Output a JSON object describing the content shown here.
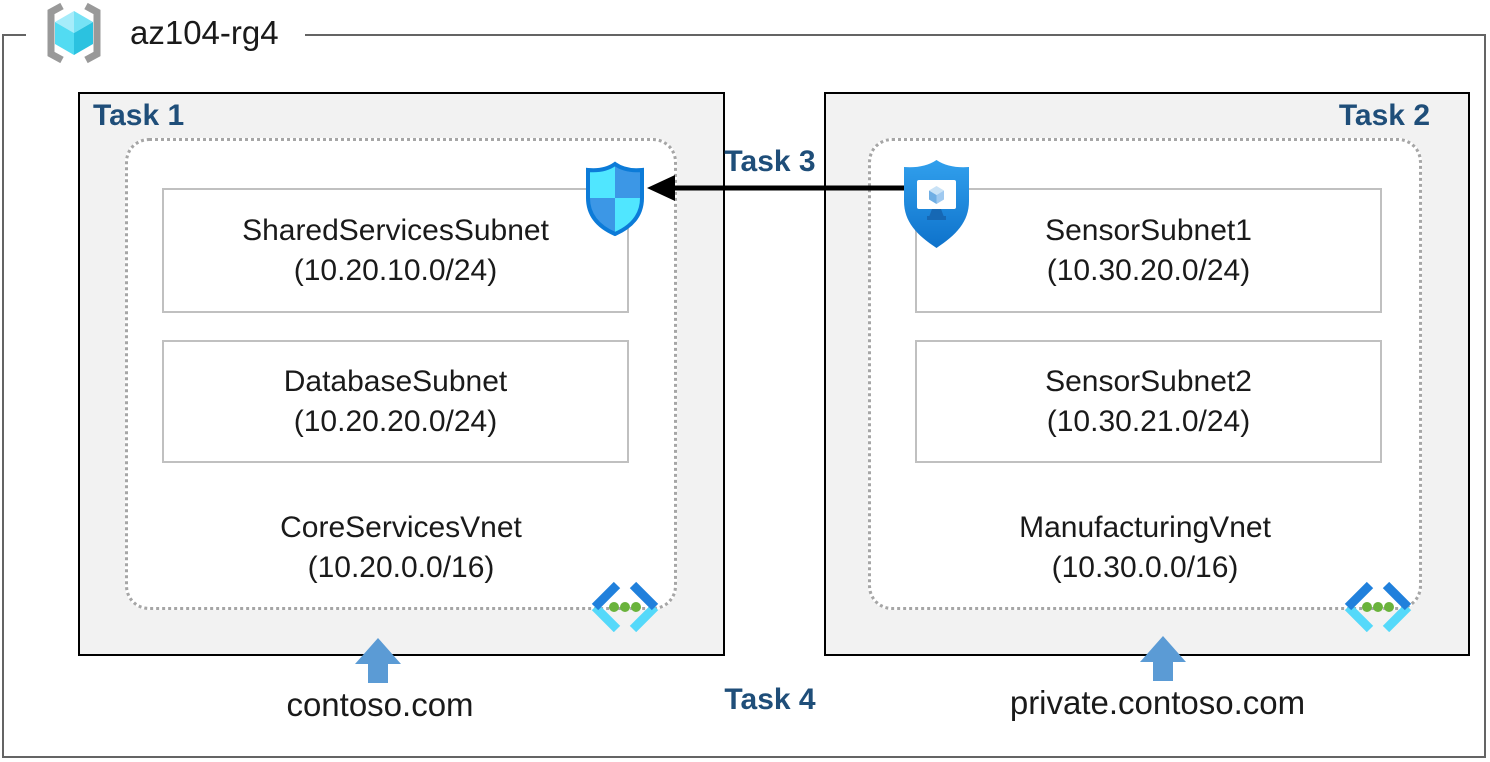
{
  "resource_group": {
    "name": "az104-rg4"
  },
  "task_labels": {
    "task1": "Task 1",
    "task2": "Task 2",
    "task3": "Task 3",
    "task4": "Task 4"
  },
  "left_vnet": {
    "name": "CoreServicesVnet",
    "address_space": "(10.20.0.0/16)",
    "dns": "contoso.com",
    "subnet1": {
      "name": "SharedServicesSubnet",
      "prefix": "(10.20.10.0/24)"
    },
    "subnet2": {
      "name": "DatabaseSubnet",
      "prefix": "(10.20.20.0/24)"
    }
  },
  "right_vnet": {
    "name": "ManufacturingVnet",
    "address_space": "(10.30.0.0/16)",
    "dns": "private.contoso.com",
    "subnet1": {
      "name": "SensorSubnet1",
      "prefix": "(10.30.20.0/24)"
    },
    "subnet2": {
      "name": "SensorSubnet2",
      "prefix": "(10.30.21.0/24)"
    }
  },
  "icons": {
    "resource_group": "resource-group-icon",
    "nsg_shield": "network-security-group-icon",
    "bastion_shield": "shielded-vm-icon",
    "virtual_network": "virtual-network-icon",
    "up_arrow": "dns-up-arrow-icon",
    "peering_arrow": "left-arrow-connector"
  },
  "colors": {
    "task_label": "#1F4E79",
    "arrow_blue": "#5B9BD5",
    "task_fill": "#F2F2F2",
    "dotted_border": "#A6A6A6",
    "outer_border": "#646464",
    "connector": "#000000",
    "vnet_green_dot": "#6AB33C",
    "azure_blue": "#2080DC",
    "azure_cyan": "#50E6FF"
  }
}
